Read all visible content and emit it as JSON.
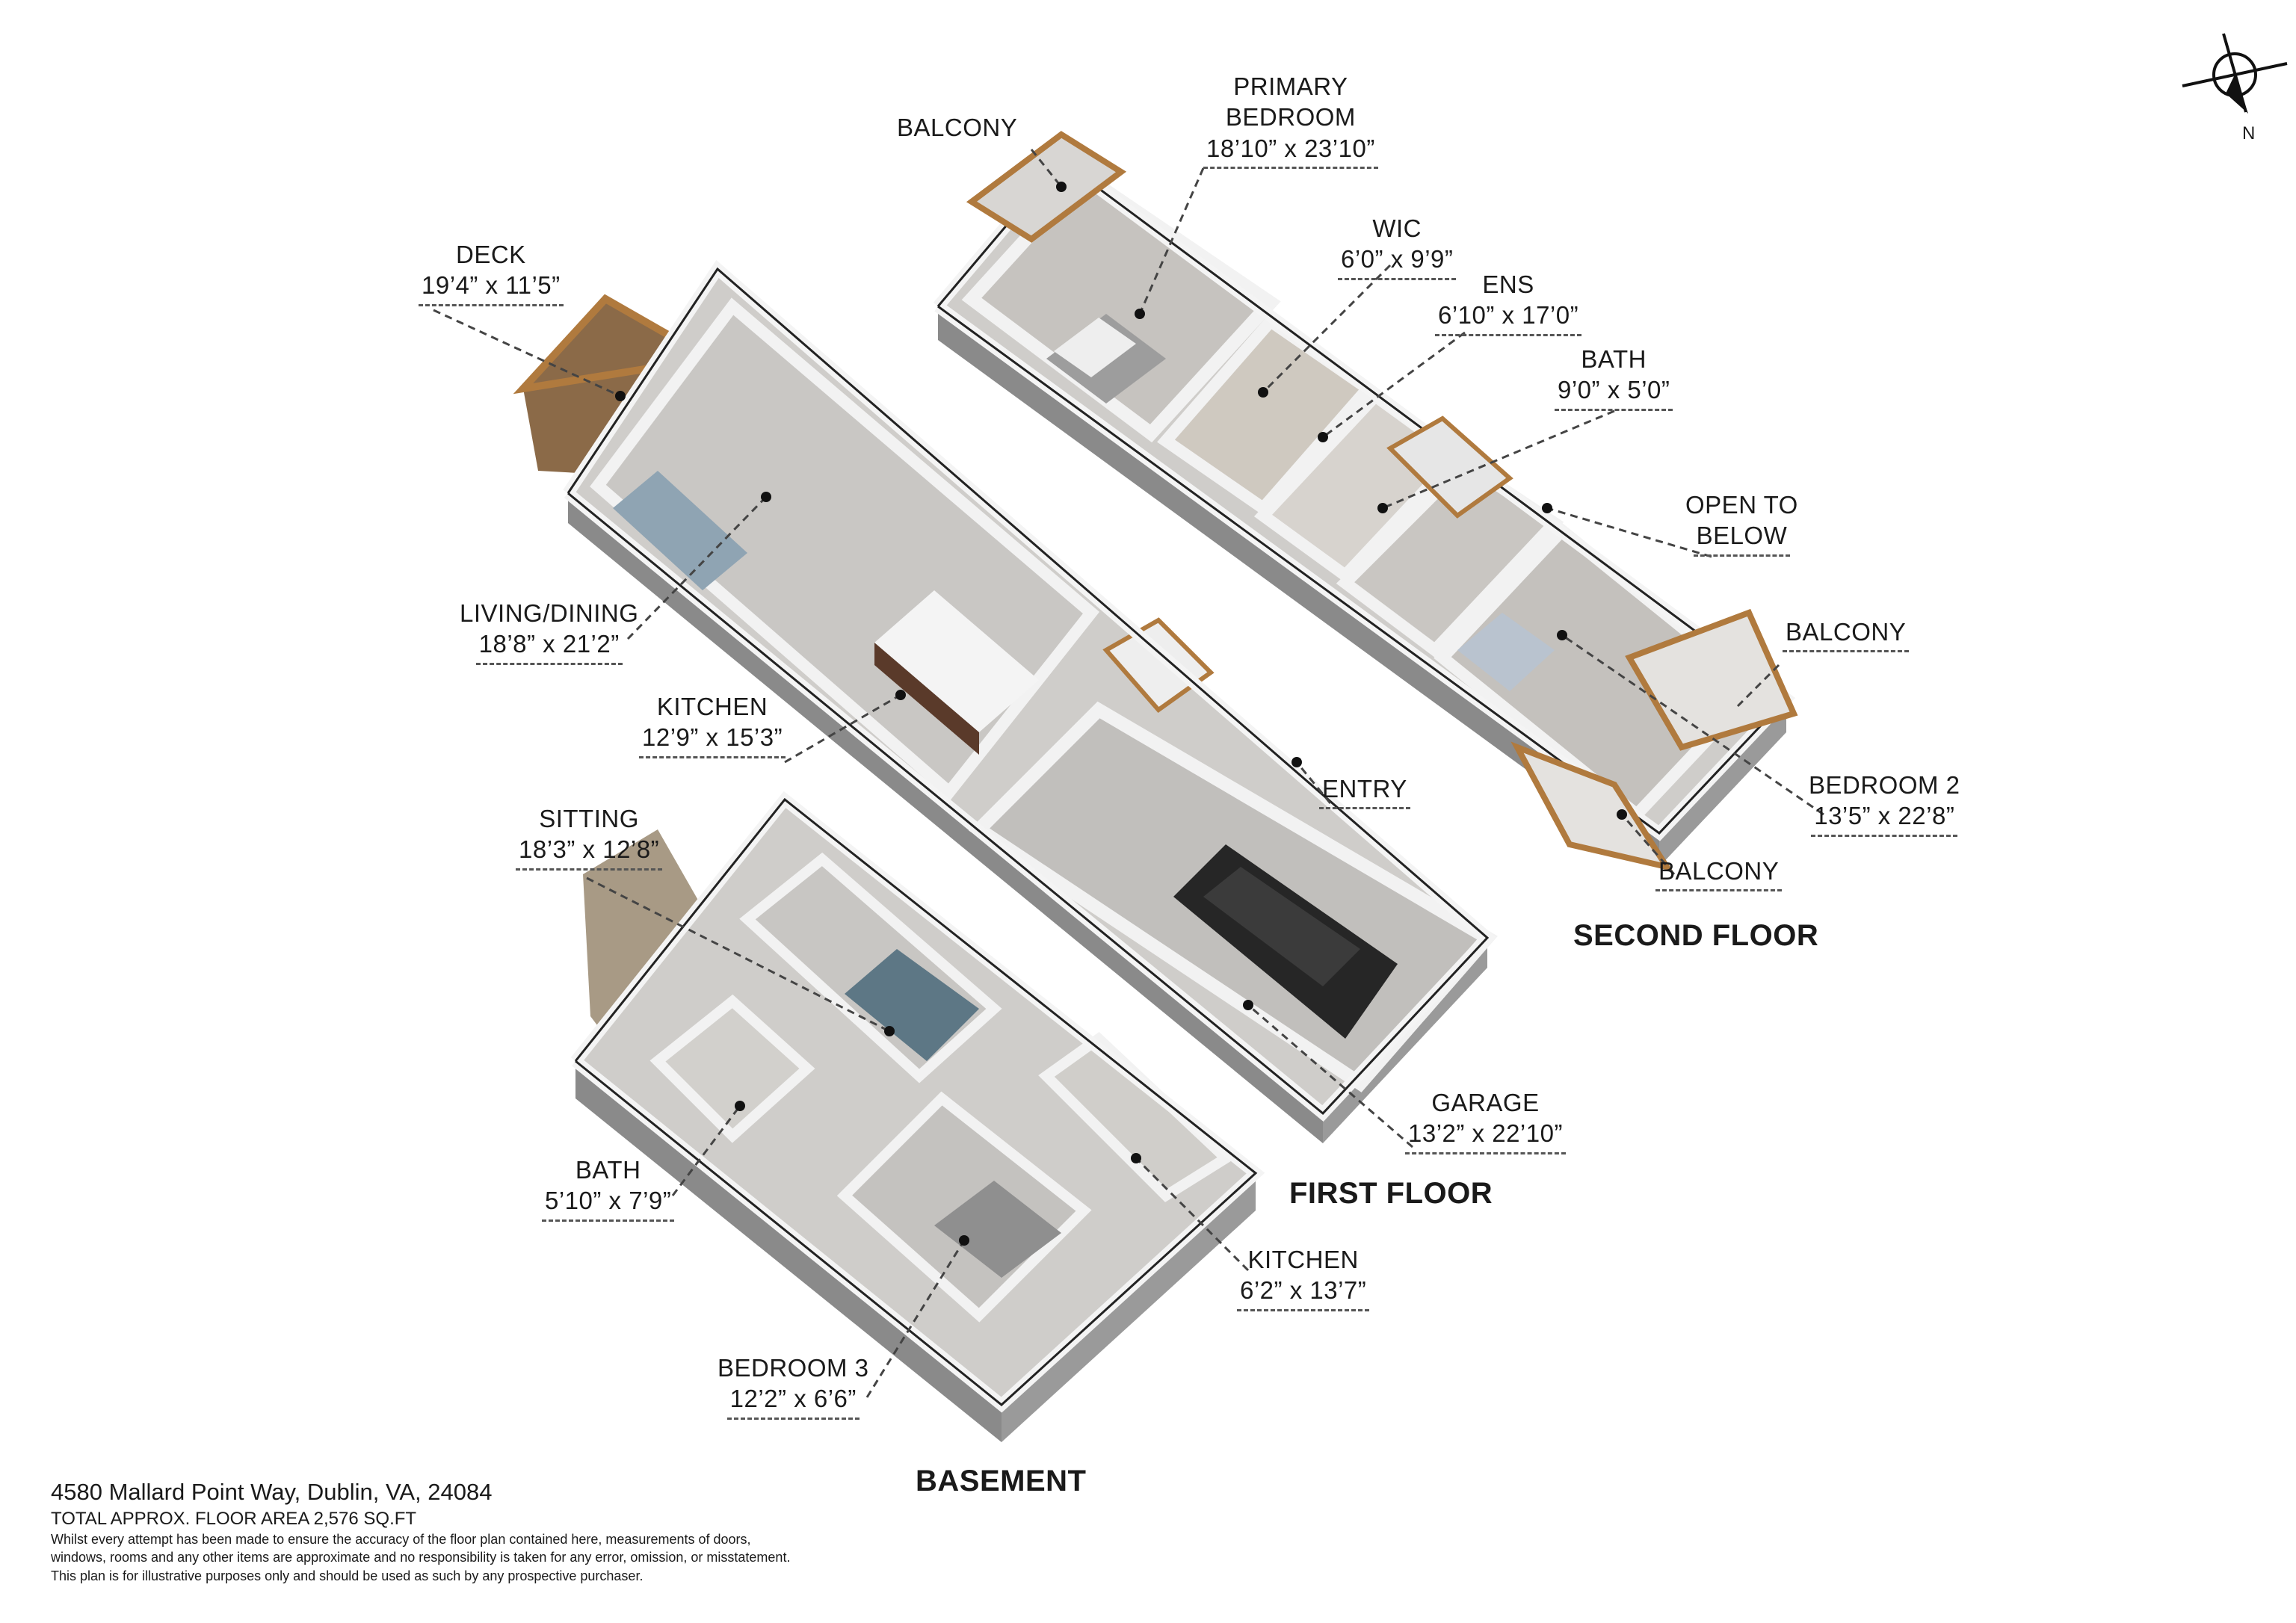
{
  "floors": {
    "second": "SECOND FLOOR",
    "first": "FIRST FLOOR",
    "basement": "BASEMENT"
  },
  "rooms": {
    "balcony_nw": {
      "name": "BALCONY",
      "dims": ""
    },
    "primary_bedroom": {
      "name1": "PRIMARY",
      "name2": "BEDROOM",
      "dims": "18’10” x 23’10”"
    },
    "wic": {
      "name": "WIC",
      "dims": "6’0” x 9’9”"
    },
    "ens": {
      "name": "ENS",
      "dims": "6’10” x 17’0”"
    },
    "bath_second": {
      "name": "BATH",
      "dims": "9’0” x 5’0”"
    },
    "open_to_below": {
      "name1": "OPEN TO",
      "name2": "BELOW"
    },
    "balcony_e": {
      "name": "BALCONY"
    },
    "bedroom2": {
      "name": "BEDROOM 2",
      "dims": "13’5” x 22’8”"
    },
    "balcony_s": {
      "name": "BALCONY"
    },
    "deck": {
      "name": "DECK",
      "dims": "19’4” x 11’5”"
    },
    "living_dining": {
      "name": "LIVING/DINING",
      "dims": "18’8” x 21’2”"
    },
    "kitchen_first": {
      "name": "KITCHEN",
      "dims": "12’9” x 15’3”"
    },
    "entry": {
      "name": "ENTRY"
    },
    "garage": {
      "name": "GARAGE",
      "dims": "13’2” x 22’10”"
    },
    "sitting": {
      "name": "SITTING",
      "dims": "18’3” x 12’8”"
    },
    "bath_basement": {
      "name": "BATH",
      "dims": "5’10” x 7’9”"
    },
    "kitchen_basement": {
      "name": "KITCHEN",
      "dims": "6’2” x 13’7”"
    },
    "bedroom3": {
      "name": "BEDROOM 3",
      "dims": "12’2” x 6’6”"
    }
  },
  "compass": {
    "label": "N"
  },
  "footer": {
    "address": "4580 Mallard Point Way, Dublin, VA, 24084",
    "area": "TOTAL APPROX. FLOOR AREA 2,576 SQ.FT",
    "disclaimer1": "Whilst every attempt has been made to ensure the accuracy of the floor plan contained here, measurements of doors,",
    "disclaimer2": "windows, rooms and any other items are approximate and no responsibility is taken for any error, omission, or misstatement.",
    "disclaimer3": "This plan is for illustrative purposes only and should be used as such by any prospective purchaser."
  },
  "colors": {
    "wall": "#f2f2f2",
    "wall_side": "#8a8a8a",
    "floor": "#cfcdca",
    "wood": "#b07a3e",
    "carpet": "#a89a85"
  }
}
